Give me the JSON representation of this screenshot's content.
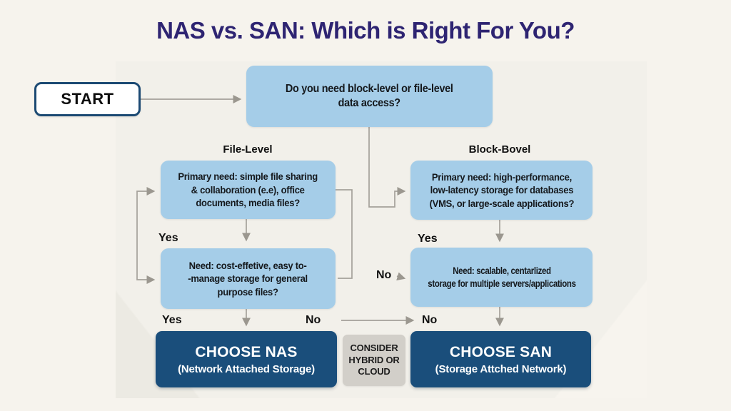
{
  "title": "NAS vs. SAN: Which is Right For You?",
  "start": {
    "label": "START"
  },
  "root": {
    "question": "Do you need block-level or file-level\ndata access?"
  },
  "left_branch": {
    "label": "File-Level",
    "q1": "Primary need: simple file sharing\n& collaboration (e.e), office\ndocuments, media files?",
    "yes1": "Yes",
    "q2": "Need: cost-effetive, easy to-\n-manage storage for general\npurpose files?",
    "yes2": "Yes",
    "no2": "No",
    "outcome_title": "CHOOSE NAS",
    "outcome_sub": "(Network Attached Storage)"
  },
  "right_branch": {
    "label": "Block-Bovel",
    "q1": "Primary need: high-performance,\nlow-latency storage for databases\n(VMS, or large-scale applications?",
    "yes1": "Yes",
    "no_side": "No",
    "q2": "Need: scalable, centarlized\nstorage for multiple servers/applications",
    "no2": "No",
    "outcome_title": "CHOOSE SAN",
    "outcome_sub": "(Storage Attched Network)"
  },
  "middle_outcome": {
    "label": "CONSIDER\nHYBRID OR\nCLOUD"
  },
  "colors": {
    "title": "#2e2472",
    "node_blue": "#a5cde8",
    "node_navy": "#1a4e7b",
    "node_gray": "#d2cfc9",
    "start_border": "#1c4a73",
    "background": "#f6f3ed",
    "connector": "#a5a19a"
  }
}
